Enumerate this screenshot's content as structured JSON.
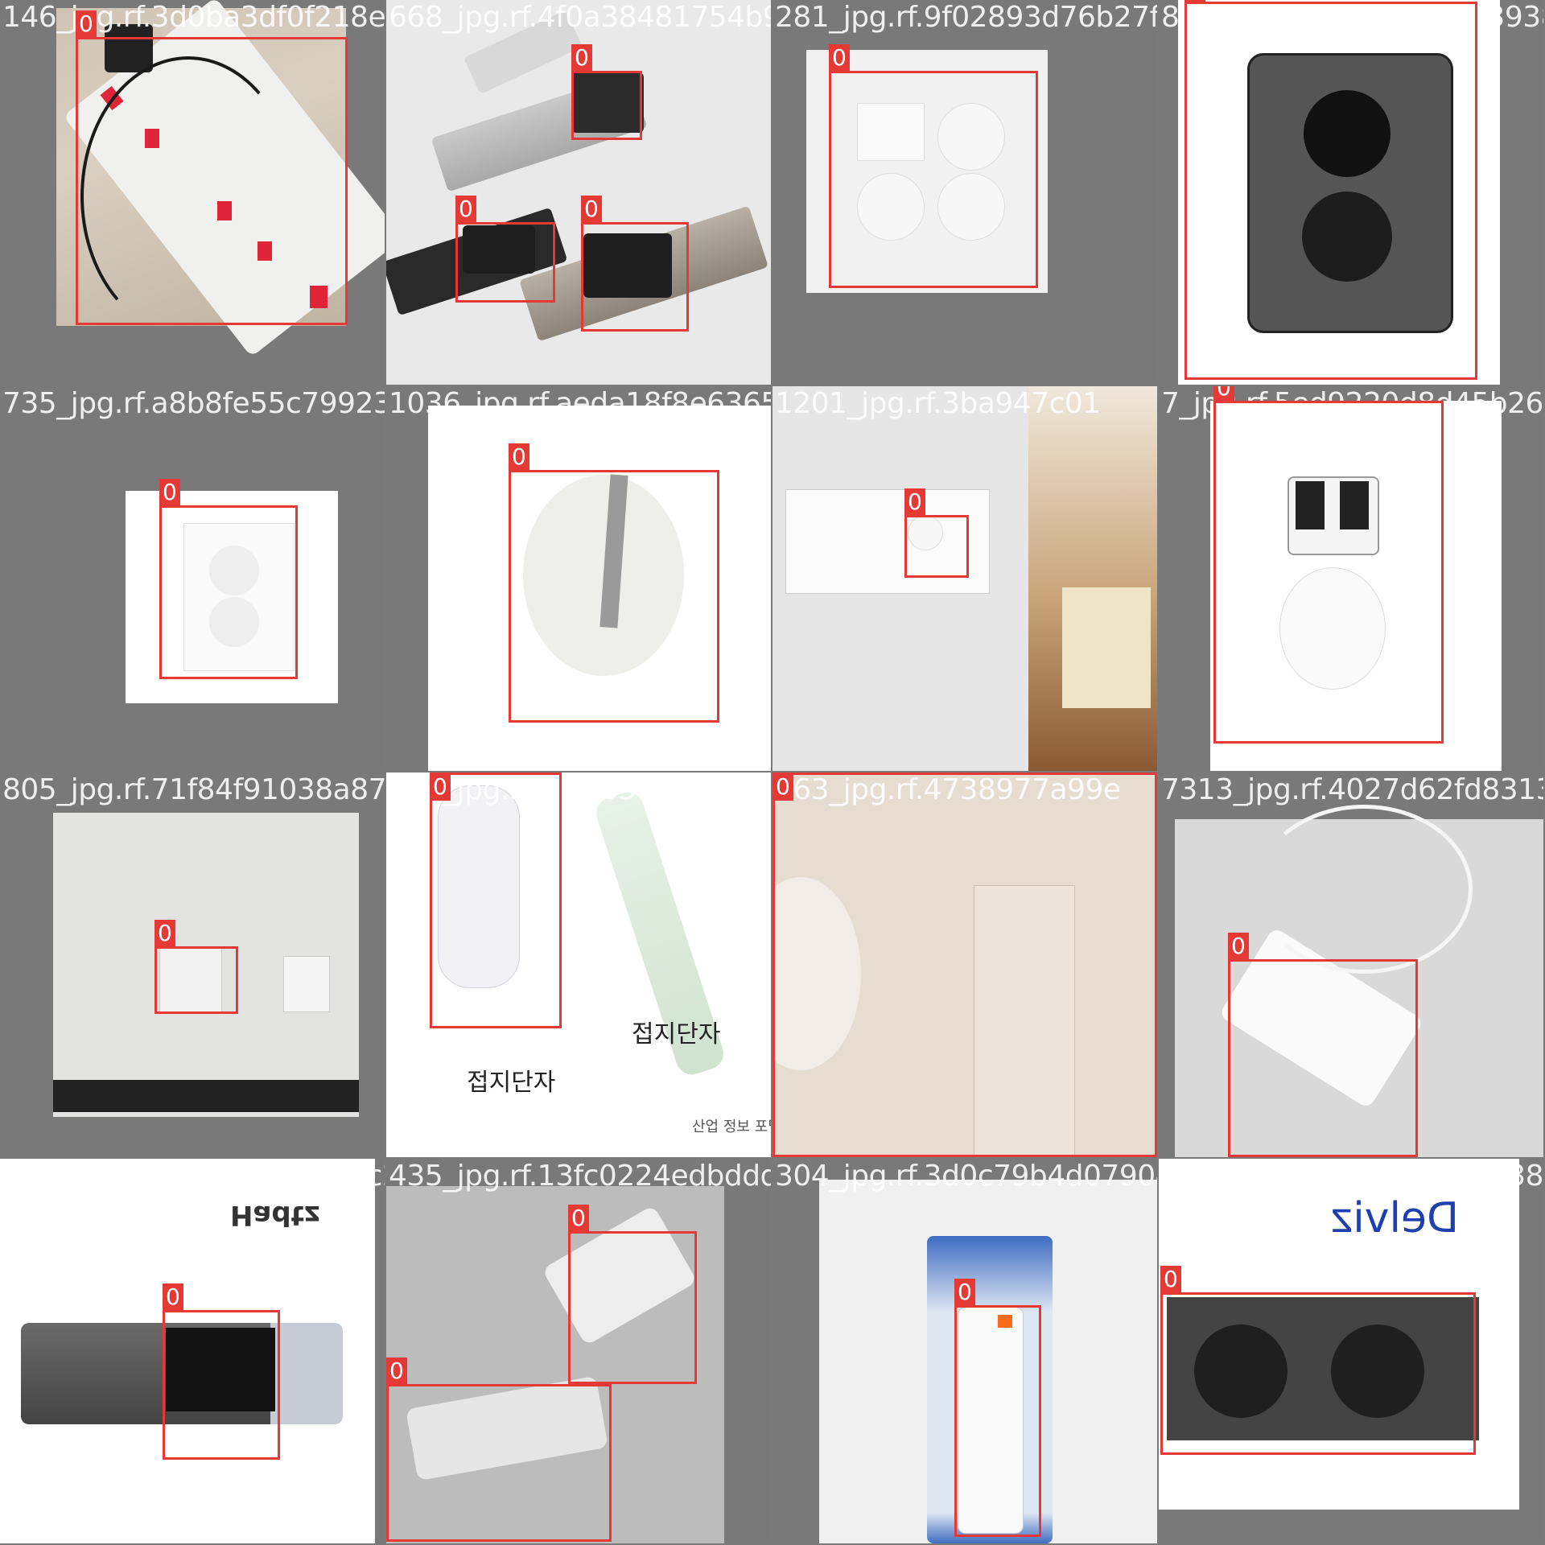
{
  "tiles": [
    {
      "file": "146_jpg.rf.3d0ba3df0f218e4",
      "labels": [
        "0"
      ]
    },
    {
      "file": "668_jpg.rf.4f0a38481754b97",
      "labels": [
        "0",
        "0",
        "0"
      ]
    },
    {
      "file": "281_jpg.rf.9f02893d76b27fd0",
      "labels": [
        "0"
      ]
    },
    {
      "file": "8_jpg.rf.0ff5958c318c13938",
      "labels": [
        "0"
      ]
    },
    {
      "file": "735_jpg.rf.a8b8fe55c79923f",
      "labels": [
        "0"
      ]
    },
    {
      "file": "1036_jpg.rf.aeda18f8e63659",
      "labels": [
        "0"
      ]
    },
    {
      "file": "1201_jpg.rf.3ba947c01",
      "labels": [
        "0"
      ]
    },
    {
      "file": "7_jpg.rf.5ed9220d8d45b26",
      "labels": [
        "0"
      ]
    },
    {
      "file": "805_jpg.rf.71f84f91038a875",
      "labels": [
        "0"
      ]
    },
    {
      "file": "690_jpg.rf.a93f05a416",
      "labels": [
        "0"
      ],
      "texts": [
        "접지단자",
        "접지단자",
        "산업 정보 포털"
      ]
    },
    {
      "file": "163_jpg.rf.4738977a99e",
      "labels": [
        "0"
      ]
    },
    {
      "file": "7313_jpg.rf.4027d62fd83136a17",
      "labels": [
        "0"
      ]
    },
    {
      "file": "719_jpg.rf.3429a1869b8bc2",
      "labels": [
        "0"
      ],
      "texts": [
        "Hadtz"
      ]
    },
    {
      "file": "435_jpg.rf.13fc0224edbddd6f",
      "labels": [
        "0",
        "0"
      ]
    },
    {
      "file": "304_jpg.rf.3d0c79b4d07904",
      "labels": [
        "0"
      ]
    },
    {
      "file": "6140_jpg.rf.a5335641d438569",
      "labels": [
        "0"
      ],
      "texts": [
        "Delviz"
      ]
    }
  ],
  "colors": {
    "box": "#e53935",
    "frame": "#7a7a7a"
  }
}
